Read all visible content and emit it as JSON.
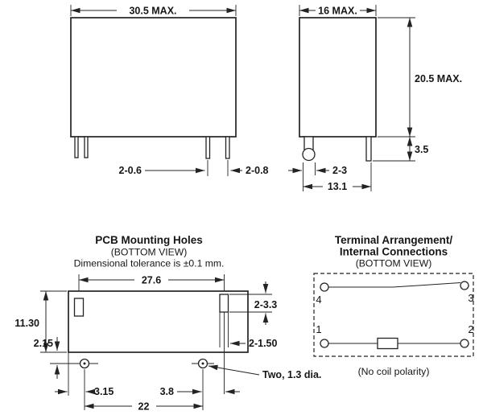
{
  "colors": {
    "ink": "#232323",
    "background": "#ffffff"
  },
  "front_view": {
    "dim_width": "30.5 MAX.",
    "dim_pins_left": "2-0.6",
    "dim_pins_right": "2-0.8"
  },
  "side_view": {
    "dim_width": "16 MAX.",
    "dim_height": "20.5 MAX.",
    "dim_standoff": "3.5",
    "dim_pin_width": "2-3",
    "dim_pitch": "13.1"
  },
  "pcb_view": {
    "title": "PCB Mounting Holes",
    "subtitle": "(BOTTOM VIEW)",
    "tolerance_note": "Dimensional tolerance is ±0.1 mm.",
    "dim_slot_span": "27.6",
    "dim_slot_length": "2-3.3",
    "dim_slot_width": "2-1.50",
    "dim_outline_height": "11.30",
    "dim_hole_offset": "2.15",
    "dim_edge_to_hole": "3.15",
    "dim_hole_to_slot": "3.8",
    "dim_hole_span": "22",
    "holes_note": "Two, 1.3 dia."
  },
  "terminal_view": {
    "title_line1": "Terminal Arrangement/",
    "title_line2": "Internal Connections",
    "subtitle": "(BOTTOM VIEW)",
    "terminal_labels": {
      "t1": "1",
      "t2": "2",
      "t3": "3",
      "t4": "4"
    },
    "note": "(No coil polarity)"
  }
}
